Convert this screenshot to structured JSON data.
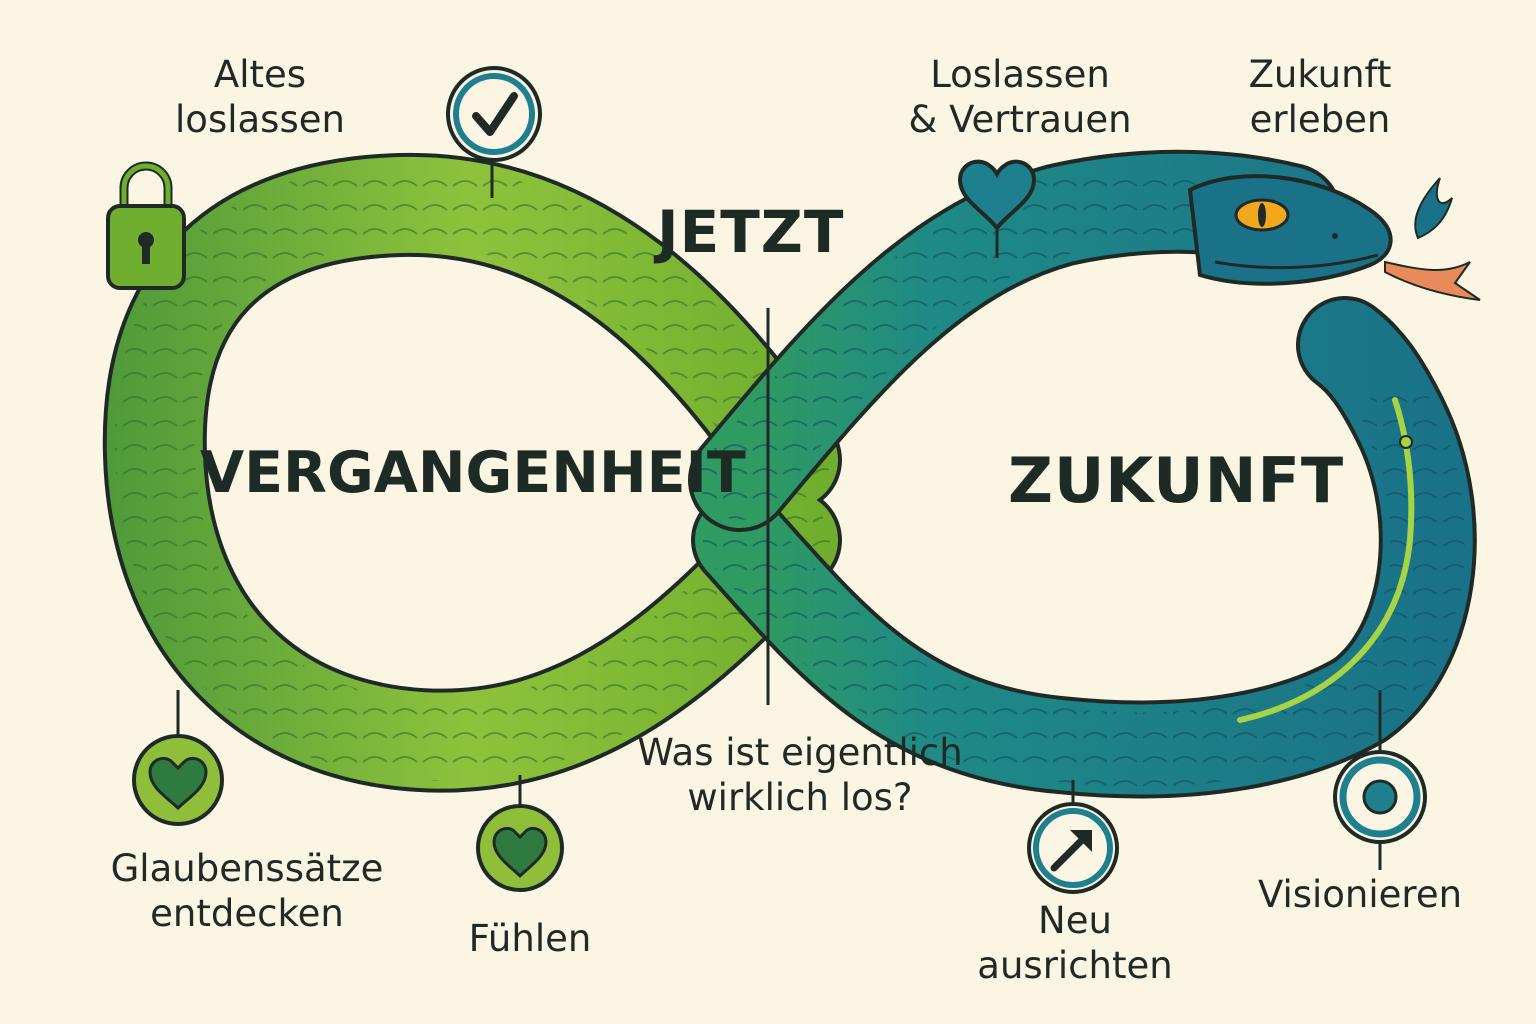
{
  "title_center": "JETZT",
  "regions": {
    "past": "VERGANGENHEIT",
    "future": "ZUKUNFT"
  },
  "question": {
    "line1": "Was ist eigentlich",
    "line2": "wirklich los?"
  },
  "labels": {
    "altes_loslassen": [
      "Altes",
      "loslassen"
    ],
    "loslassen_vertrauen": [
      "Loslassen",
      "& Vertrauen"
    ],
    "zukunft_erleben": [
      "Zukunft",
      "erleben"
    ],
    "glaubenssaetze": [
      "Glaubenssätze",
      "entdecken"
    ],
    "fuehlen": [
      "Fühlen"
    ],
    "neu_ausrichten": [
      "Neu",
      "ausrichten"
    ],
    "visionieren": [
      "Visionieren"
    ]
  },
  "icons": {
    "altes_loslassen": "padlock-icon",
    "check": "checkmark-icon",
    "loslassen_vertrauen": "heart-icon",
    "glaubenssaetze": "heart-icon",
    "fuehlen": "heart-icon",
    "neu_ausrichten": "arrow-up-right-icon",
    "visionieren": "target-icon"
  },
  "colors": {
    "background": "#fbf6e3",
    "green": "#6fae2e",
    "green_light": "#9cc83a",
    "blue": "#1e7f8e",
    "blue_dark": "#176a7d",
    "outline": "#1f2a26"
  }
}
